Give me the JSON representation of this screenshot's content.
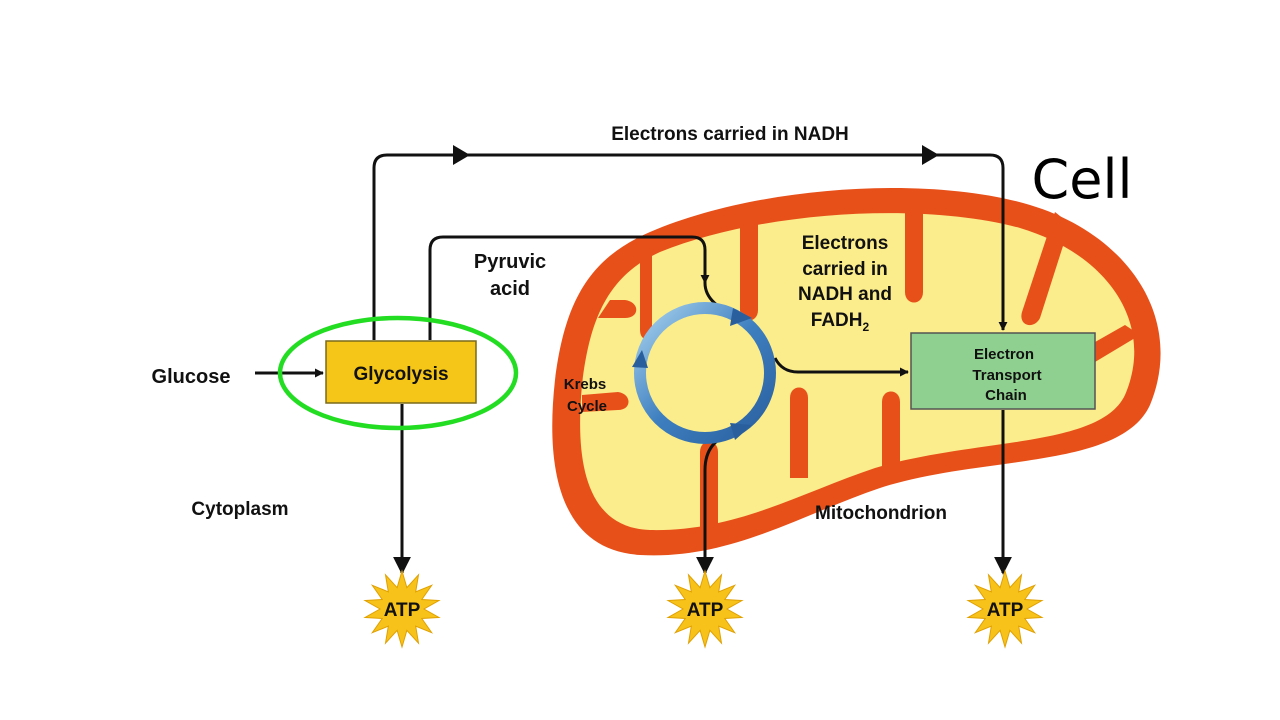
{
  "header": {
    "top_arrow_label": "Electrons carried in NADH",
    "corner_title": "Cell"
  },
  "labels": {
    "glucose": "Glucose",
    "glycolysis": "Glycolysis",
    "pyruvic_line1": "Pyruvic",
    "pyruvic_line2": "acid",
    "krebs_line1": "Krebs",
    "krebs_line2": "Cycle",
    "inner_line1": "Electrons",
    "inner_line2": "carried in",
    "inner_line3": "NADH and",
    "inner_line4": "FADH",
    "inner_subscript": "2",
    "etc_line1": "Electron",
    "etc_line2": "Transport",
    "etc_line3": "Chain",
    "cytoplasm": "Cytoplasm",
    "mitochondrion": "Mitochondrion"
  },
  "atp": {
    "left": "ATP",
    "middle": "ATP",
    "right": "ATP"
  },
  "colors": {
    "mito_outer": "#e8501a",
    "mito_inner": "#fbed8c",
    "glycolysis_box": "#f5c518",
    "etc_box": "#8fcf8f",
    "highlight_ring": "#22dd22",
    "krebs_ring": "#4a86c5",
    "atp_star": "#f7c21a"
  }
}
